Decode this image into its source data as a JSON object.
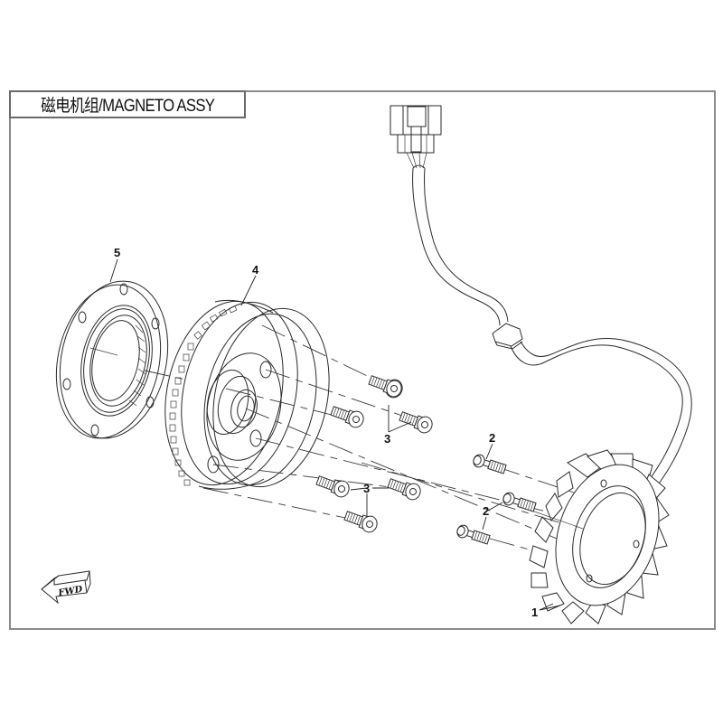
{
  "title": "磁电机组/MAGNETO ASSY",
  "direction_indicator": {
    "label": "FWD",
    "icon": "forward-arrow-icon"
  },
  "parts": [
    {
      "callout": "1",
      "name": "stator"
    },
    {
      "callout": "2",
      "name": "stator-bolt",
      "quantity_shown": 3
    },
    {
      "callout": "3",
      "name": "flywheel-cap-screw",
      "quantity_shown": 6
    },
    {
      "callout": "4",
      "name": "flywheel-rotor"
    },
    {
      "callout": "5",
      "name": "starter-one-way-clutch"
    }
  ],
  "colors": {
    "line": "#2a2a2a",
    "frame": "#8a8a8a",
    "background": "#ffffff"
  }
}
